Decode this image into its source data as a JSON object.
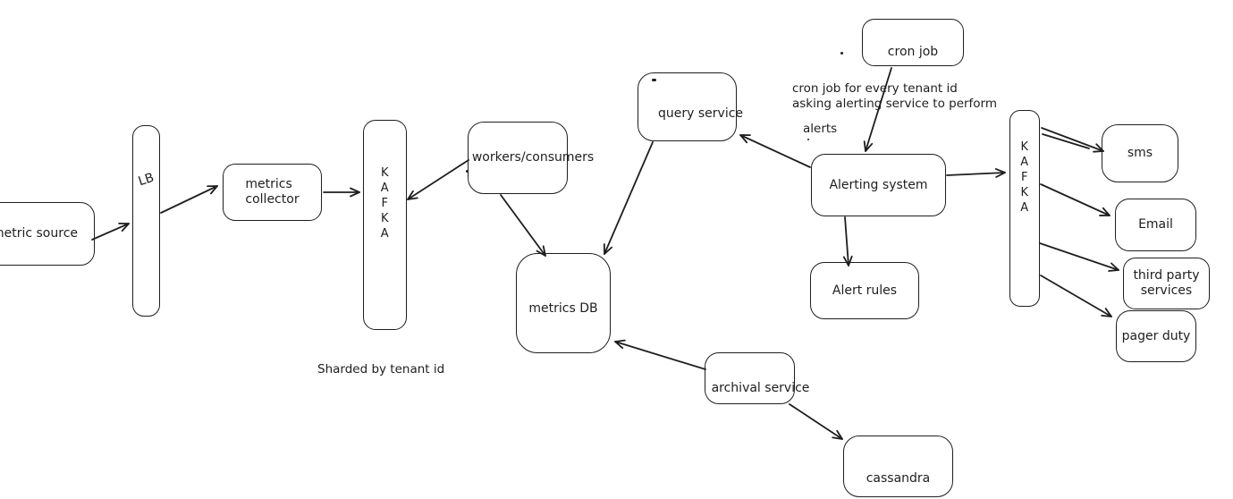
{
  "meta": {
    "background_color": "#ffffff",
    "stroke_color": "#1e1e1e",
    "diagram_type": "hand-drawn architecture diagram"
  },
  "nodes": {
    "metric_source": {
      "label": "metric source"
    },
    "lb": {
      "label": "LB"
    },
    "metrics_collector": {
      "label": "metrics\ncollector"
    },
    "kafka_left": {
      "label": "K\nA\nF\nK\nA"
    },
    "workers_consumers": {
      "label": "workers/consumers"
    },
    "metrics_db": {
      "label": "metrics DB"
    },
    "query_service": {
      "label": "query service"
    },
    "cron_job": {
      "label": "cron job"
    },
    "alerting_system": {
      "label": "Alerting system"
    },
    "alert_rules": {
      "label": "Alert rules"
    },
    "kafka_right": {
      "label": "K\nA\nF\nK\nA"
    },
    "sms": {
      "label": "sms"
    },
    "email": {
      "label": "Email"
    },
    "third_party": {
      "label": "third party\nservices"
    },
    "pager_duty": {
      "label": "pager duty"
    },
    "archival_service": {
      "label": "archival service"
    },
    "cassandra": {
      "label": "cassandra"
    }
  },
  "annotations": {
    "cron_note": "cron job for every tenant id\nasking alerting service to perform",
    "alerts_label": "alerts",
    "sharded_note": "Sharded by tenant id"
  },
  "edges": [
    {
      "from": "metric_source",
      "to": "lb"
    },
    {
      "from": "lb",
      "to": "metrics_collector"
    },
    {
      "from": "metrics_collector",
      "to": "kafka_left"
    },
    {
      "from": "workers_consumers",
      "to": "kafka_left"
    },
    {
      "from": "workers_consumers",
      "to": "metrics_db"
    },
    {
      "from": "query_service",
      "to": "metrics_db"
    },
    {
      "from": "alerting_system",
      "to": "query_service"
    },
    {
      "from": "cron_job",
      "to": "alerting_system"
    },
    {
      "from": "alerting_system",
      "to": "alert_rules"
    },
    {
      "from": "alerting_system",
      "to": "kafka_right"
    },
    {
      "from": "kafka_right",
      "to": "sms"
    },
    {
      "from": "kafka_right",
      "to": "email"
    },
    {
      "from": "kafka_right",
      "to": "third_party"
    },
    {
      "from": "kafka_right",
      "to": "pager_duty"
    },
    {
      "from": "archival_service",
      "to": "metrics_db"
    },
    {
      "from": "archival_service",
      "to": "cassandra"
    }
  ]
}
